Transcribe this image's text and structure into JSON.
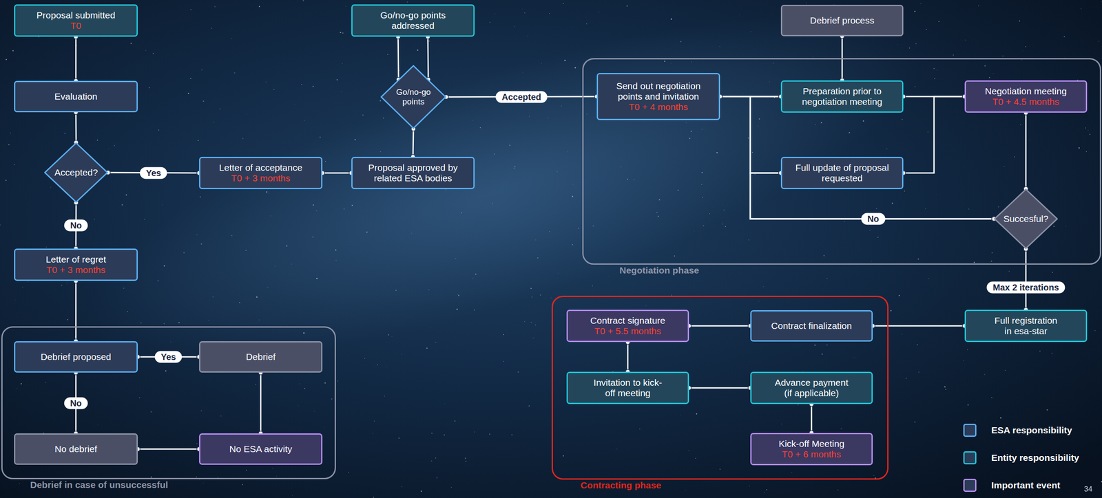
{
  "diagram": {
    "nodes": [
      {
        "text": [
          "Proposal submitted",
          "T0"
        ]
      },
      {
        "text": [
          "Evaluation"
        ]
      },
      {
        "text": [
          "Accepted?"
        ]
      },
      {
        "text": [
          "Letter of acceptance",
          "T0 + 3 months"
        ]
      },
      {
        "text": [
          "Letter of regret",
          "T0 + 3 months"
        ]
      },
      {
        "text": [
          "Debrief in case of unsuccessful"
        ]
      },
      {
        "text": [
          "Debrief proposed"
        ],
        "in": 5
      },
      {
        "text": [
          "Debrief"
        ],
        "in": 5
      },
      {
        "text": [
          "No debrief"
        ],
        "in": 5
      },
      {
        "text": [
          "No ESA activity"
        ],
        "in": 5
      },
      {
        "text": [
          "Go/no-go points addressed"
        ]
      },
      {
        "text": [
          "Go/no-go points"
        ]
      },
      {
        "text": [
          "Proposal approved by related ESA bodies"
        ]
      },
      {
        "text": [
          "Debrief process"
        ]
      },
      {
        "text": [
          "Negotiation phase"
        ]
      },
      {
        "text": [
          "Send out negotiation points and invitation",
          "T0 + 4 months"
        ],
        "in": 14
      },
      {
        "text": [
          "Preparation prior to negotiation meeting"
        ],
        "in": 14
      },
      {
        "text": [
          "Negotiation meeting",
          "T0 + 4.5 months"
        ],
        "in": 14
      },
      {
        "text": [
          "Full update of proposal requested"
        ],
        "in": 14
      },
      {
        "text": [
          "Succesful?"
        ],
        "in": 14
      },
      {
        "text": [
          "Full registration in esa-star"
        ]
      },
      {
        "text": [
          "Contracting phase"
        ]
      },
      {
        "text": [
          "Contract signature",
          "T0 + 5.5 months"
        ],
        "in": 21
      },
      {
        "text": [
          "Contract finalization"
        ],
        "in": 21
      },
      {
        "text": [
          "Invitation to kick-off meeting"
        ],
        "in": 21
      },
      {
        "text": [
          "Advance payment (if applicable)"
        ],
        "in": 21
      },
      {
        "text": [
          "Kick-off Meeting",
          "T0 + 6 months"
        ],
        "in": 21
      }
    ],
    "edges": [
      {
        "from": 0,
        "to": 1,
        "arrow": "none"
      },
      {
        "from": 1,
        "to": 2,
        "arrow": "none"
      },
      {
        "from": 2,
        "to": 3,
        "label": "Yes",
        "arrow": "none"
      },
      {
        "from": 2,
        "to": 4,
        "label": "No",
        "arrow": "none"
      },
      {
        "from": 3,
        "to": 12,
        "arrow": "none"
      },
      {
        "from": 12,
        "to": 11,
        "arrow": "none"
      },
      {
        "from": 11,
        "to": 10,
        "arrow": "none"
      },
      {
        "from": 10,
        "to": 11,
        "arrow": "none"
      },
      {
        "from": 11,
        "to": 15,
        "label": "Accepted",
        "arrow": "none"
      },
      {
        "from": 4,
        "to": 6,
        "arrow": "none"
      },
      {
        "from": 6,
        "to": 7,
        "label": "Yes",
        "arrow": "none"
      },
      {
        "from": 6,
        "to": 8,
        "label": "No",
        "arrow": "none"
      },
      {
        "from": 7,
        "to": 9,
        "arrow": "none"
      },
      {
        "from": 8,
        "to": 9,
        "arrow": "none"
      },
      {
        "from": 15,
        "to": 16,
        "arrow": "none"
      },
      {
        "from": 15,
        "to": 18,
        "arrow": "none"
      },
      {
        "from": 16,
        "to": 13,
        "arrow": "none"
      },
      {
        "from": 16,
        "to": 17,
        "arrow": "none"
      },
      {
        "from": 18,
        "to": 17,
        "arrow": "none"
      },
      {
        "from": 17,
        "to": 19,
        "arrow": "none"
      },
      {
        "from": 19,
        "to": 16,
        "label": "No",
        "arrow": "none"
      },
      {
        "from": 19,
        "to": 18,
        "arrow": "none"
      },
      {
        "from": 19,
        "to": 20,
        "label": "Max 2 iterations",
        "arrow": "none"
      },
      {
        "from": 20,
        "to": 23,
        "arrow": "none"
      },
      {
        "from": 23,
        "to": 22,
        "arrow": "none"
      },
      {
        "from": 22,
        "to": 24,
        "arrow": "none"
      },
      {
        "from": 24,
        "to": 25,
        "arrow": "none"
      },
      {
        "from": 25,
        "to": 26,
        "arrow": "none"
      }
    ],
    "labels": [
      "34"
    ],
    "legend": [
      {
        "text": "ESA responsibility",
        "color": "#5aaef0"
      },
      {
        "text": "Entity responsibility",
        "color": "#22c3d5"
      },
      {
        "text": "Important event",
        "color": "#b48cf0"
      }
    ]
  }
}
